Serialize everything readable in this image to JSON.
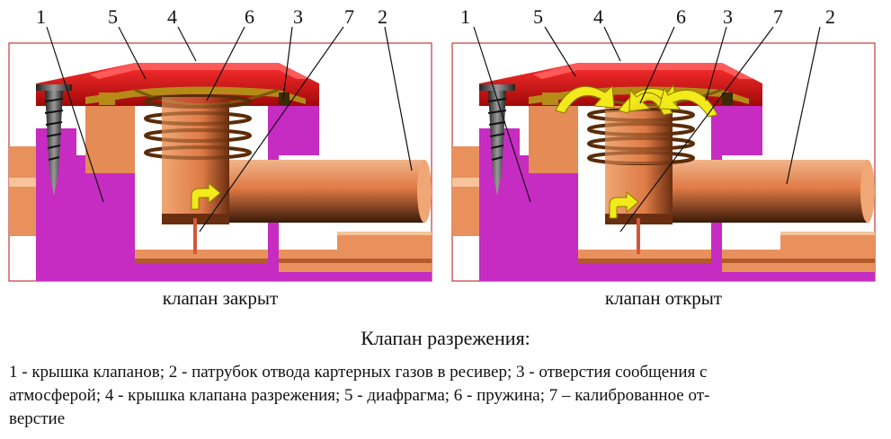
{
  "panels": [
    {
      "id": "closed",
      "caption": "клапан закрыт",
      "callouts": [
        "1",
        "5",
        "4",
        "6",
        "3",
        "7",
        "2"
      ]
    },
    {
      "id": "open",
      "caption": "клапан открыт",
      "callouts": [
        "1",
        "5",
        "4",
        "6",
        "3",
        "7",
        "2"
      ]
    }
  ],
  "title": "Клапан разрежения:",
  "legend": {
    "line1": "1 - крышка клапанов; 2 - патрубок отвода картерных газов в ресивер; 3 - отверстия сообщения с",
    "line2": "атмосферой; 4 - крышка клапана разрежения; 5 - диафрагма; 6 - пружина; 7 – калиброванное от-",
    "line3": "верстие"
  },
  "colors": {
    "housing_magenta": "#c62bc2",
    "cap_red": "#d01010",
    "pipe_copper": "#e07a45",
    "spring": "#5a2c08",
    "arrow_yellow": "#f2ea1a",
    "frame": "#c23a3a"
  }
}
